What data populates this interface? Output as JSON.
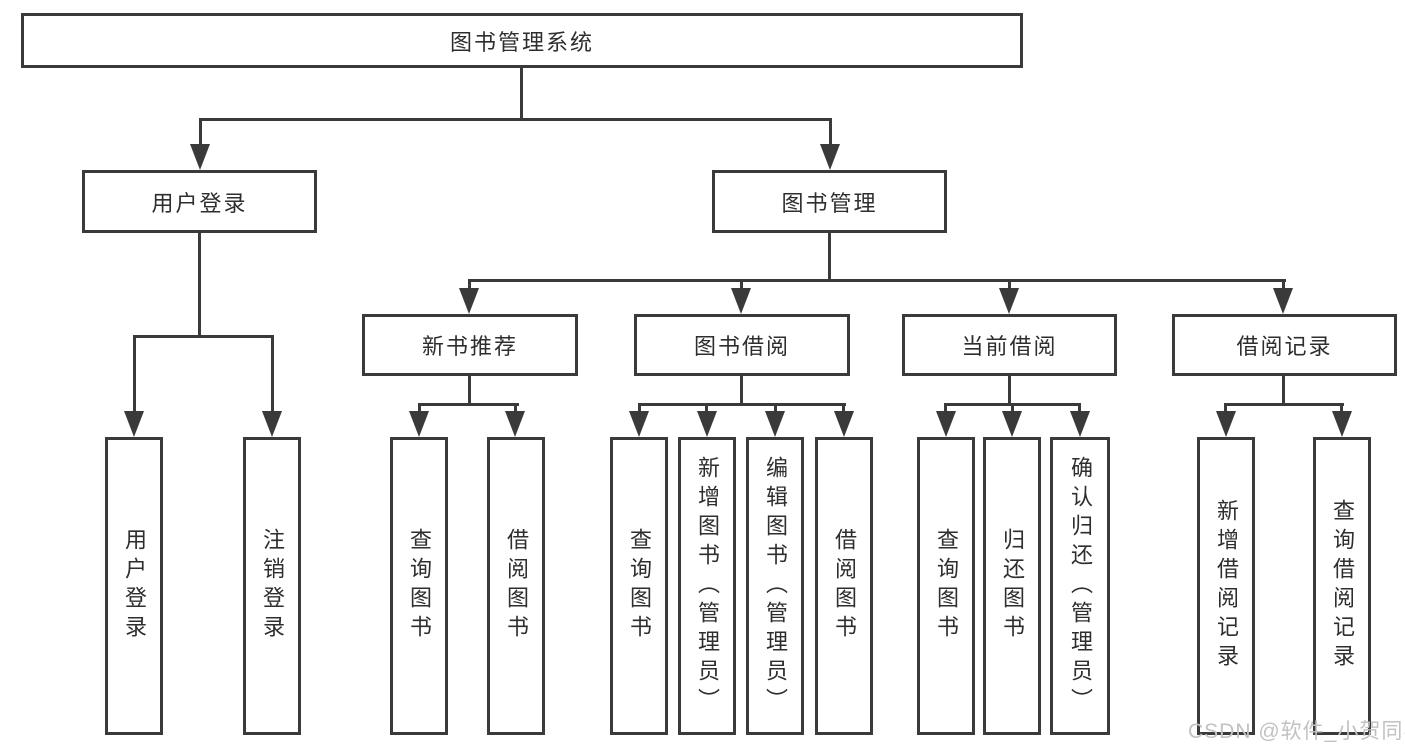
{
  "colors": {
    "line": "#3a3a3a",
    "box_border": "#3a3a3a",
    "text": "#2e2e2e",
    "background": "#ffffff",
    "watermark": "#c2c2c2"
  },
  "watermark": {
    "text": "CSDN @软件_小贺同学"
  },
  "tree": {
    "root": "图书管理系统",
    "branches": [
      {
        "label": "用户登录",
        "children": [
          {
            "label": "用户登录"
          },
          {
            "label": "注销登录"
          }
        ]
      },
      {
        "label": "图书管理",
        "children": [
          {
            "label": "新书推荐",
            "children": [
              {
                "label": "查询图书"
              },
              {
                "label": "借阅图书"
              }
            ]
          },
          {
            "label": "图书借阅",
            "children": [
              {
                "label": "查询图书"
              },
              {
                "label": "新增图书（管理员）"
              },
              {
                "label": "编辑图书（管理员）"
              },
              {
                "label": "借阅图书"
              }
            ]
          },
          {
            "label": "当前借阅",
            "children": [
              {
                "label": "查询图书"
              },
              {
                "label": "归还图书"
              },
              {
                "label": "确认归还（管理员）"
              }
            ]
          },
          {
            "label": "借阅记录",
            "children": [
              {
                "label": "新增借阅记录"
              },
              {
                "label": "查询借阅记录"
              }
            ]
          }
        ]
      }
    ]
  }
}
